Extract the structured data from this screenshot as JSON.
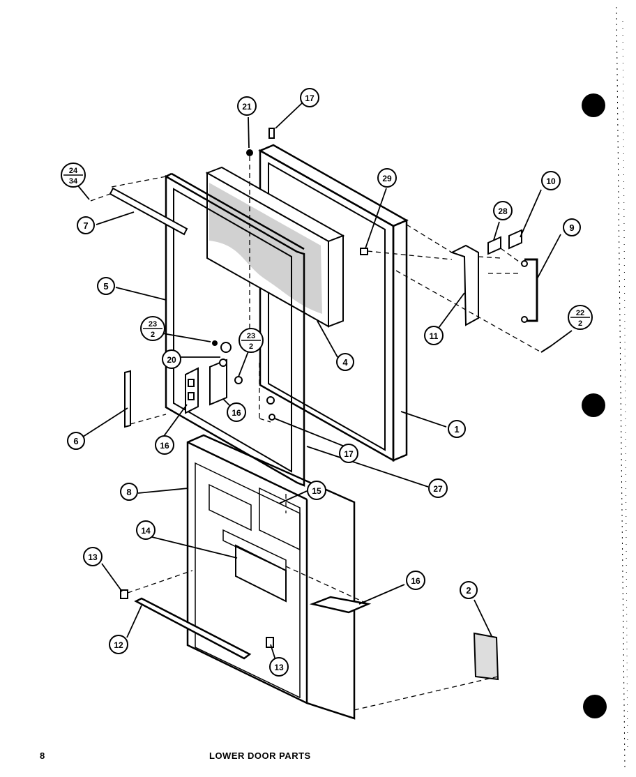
{
  "page": {
    "number": "8",
    "title": "LOWER DOOR PARTS"
  },
  "callouts": {
    "c1": "1",
    "c2": "2",
    "c4": "4",
    "c5": "5",
    "c6": "6",
    "c7": "7",
    "c8": "8",
    "c9": "9",
    "c10": "10",
    "c11": "11",
    "c12": "12",
    "c13a": "13",
    "c13b": "13",
    "c14": "14",
    "c15": "15",
    "c16a": "16",
    "c16b": "16",
    "c16c": "16",
    "c17a": "17",
    "c17b": "17",
    "c20": "20",
    "c21": "21",
    "c27": "27",
    "c28": "28",
    "c29": "29",
    "f24_34_top": "24",
    "f24_34_bottom": "34",
    "f22_2_top": "22",
    "f22_2_bottom": "2",
    "f23a_top": "23",
    "f23a_bottom": "2",
    "f23b_top": "23",
    "f23b_bottom": "2"
  }
}
